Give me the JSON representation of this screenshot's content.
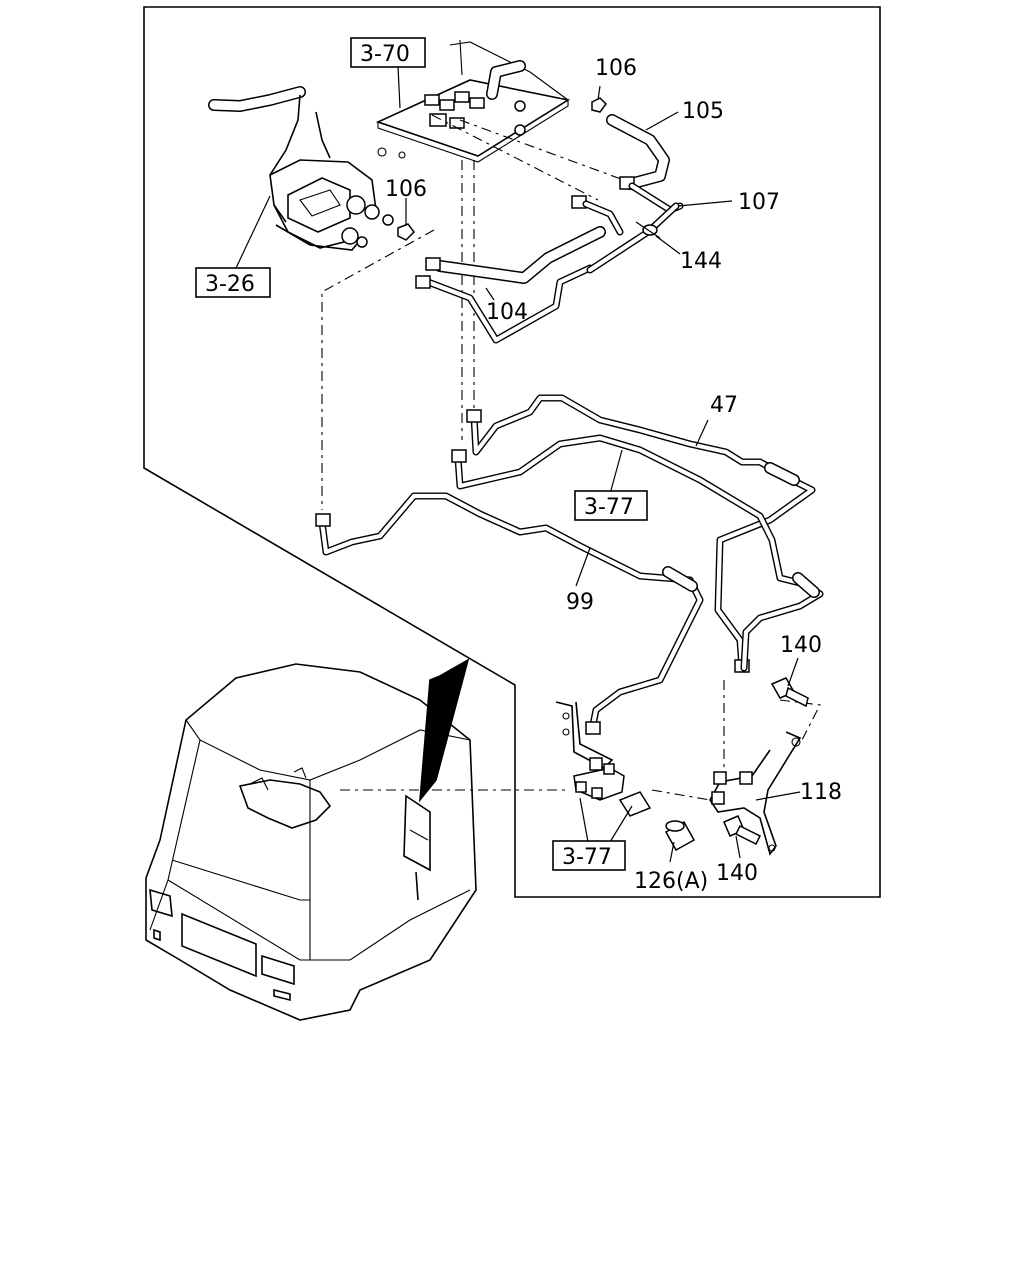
{
  "callouts": {
    "ref_3_70": "3-70",
    "ref_3_26": "3-26",
    "ref_3_77_mid": "3-77",
    "ref_3_77_low": "3-77",
    "p106_top": "106",
    "p105": "105",
    "p106_mid": "106",
    "p107": "107",
    "p144": "144",
    "p104": "104",
    "p47": "47",
    "p99": "99",
    "p140_top": "140",
    "p118": "118",
    "p126a": "126(A)",
    "p140_low": "140"
  }
}
